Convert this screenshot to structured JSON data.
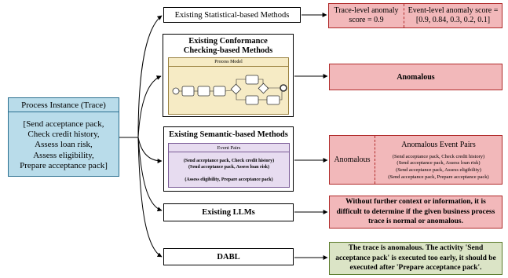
{
  "input": {
    "title": "Process Instance (Trace)",
    "trace_lines": [
      "[Send acceptance pack,",
      "Check credit history,",
      "Assess loan risk,",
      "Assess eligibility,",
      "Prepare acceptance pack]"
    ]
  },
  "methods": {
    "statistical": "Existing Statistical-based Methods",
    "conformance_title": [
      "Existing Conformance",
      "Checking-based Methods"
    ],
    "process_model_label": "Process Model",
    "semantic_title": "Existing Semantic-based Methods",
    "event_pairs_label": "Event Pairs",
    "event_pairs": [
      "(Send acceptance pack, Check credit history)",
      "(Send acceptance pack, Assess loan risk)",
      "",
      "(Assess eligibility, Prepare acceptance pack)"
    ],
    "llm": "Existing LLMs",
    "dabl": "DABL"
  },
  "results": {
    "statistical_trace": [
      "Trace-level anomaly",
      "score = 0.9"
    ],
    "statistical_event": [
      "Event-level anomaly score =",
      "[0.9, 0.84, 0.3, 0.2, 0.1]"
    ],
    "conformance": "Anomalous",
    "semantic_label": "Anomalous",
    "semantic_title": "Anomalous Event Pairs",
    "semantic_pairs": [
      "(Send acceptance pack, Check credit history)",
      "(Send acceptance pack, Assess loan risk)",
      "(Send acceptance pack, Assess eligibility)",
      "(Send acceptance pack, Prepare acceptance pack)"
    ],
    "llm": "Without further context or information, it is difficult to determine if the given business process trace is normal or anomalous.",
    "dabl": "The trace is anomalous. The activity 'Send acceptance pack' is executed too early, it should be executed after 'Prepare acceptance pack'."
  },
  "colors": {
    "input_fill": "#b9dcea",
    "process_model_fill": "#f6ebc5",
    "event_pairs_fill": "#e7dcf0",
    "anomalous_fill": "#f2b8ba",
    "dabl_fill": "#dbe4c6"
  }
}
